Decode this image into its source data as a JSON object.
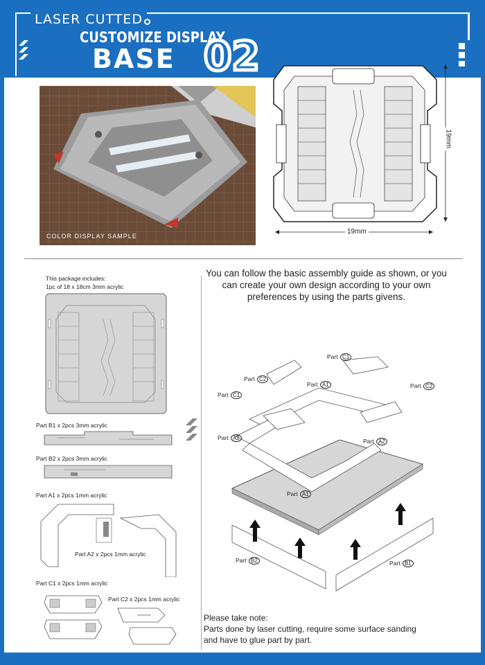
{
  "header": {
    "small_title": "LASER CUTTED",
    "subtitle": "CUSTOMIZE DISPLAY",
    "big_title": "BASE",
    "number": "02"
  },
  "photo": {
    "caption": "COLOR DISPLAY SAMPLE"
  },
  "diagram": {
    "width_label": "19mm",
    "height_label": "19mm"
  },
  "includes": {
    "line1": "This package includes:",
    "line2": "1pc of 18 x 18cm 3mm acrylic"
  },
  "parts": {
    "b1": "Part B1 x 2pcs 3mm acrylic",
    "b2": "Part B2 x 2pcs 3mm acrylic",
    "a1": "Part A1 x 2pcs 1mm acrylic",
    "a2": "Part A2 x 2pcs 1mm acrylic",
    "c1": "Part C1 x 2pcs 1mm acrylic",
    "c2": "Part C2 x 2pcs 1mm acrylic"
  },
  "instructions": "You can follow the basic assembly guide as shown, or you can create your own design according to your own preferences by using the parts givens.",
  "callouts": {
    "c1_top": {
      "prefix": "Part",
      "id": "C1"
    },
    "c2_left": {
      "prefix": "Part",
      "id": "C2"
    },
    "a1_top": {
      "prefix": "Part",
      "id": "A1"
    },
    "c2_right": {
      "prefix": "Part",
      "id": "C2"
    },
    "c1_left": {
      "prefix": "Part",
      "id": "C1"
    },
    "a2_left": {
      "prefix": "Part",
      "id": "A2"
    },
    "a2_right": {
      "prefix": "Part",
      "id": "A2"
    },
    "a1_mid": {
      "prefix": "Part",
      "id": "A1"
    },
    "b2": {
      "prefix": "Part",
      "id": "B2"
    },
    "b1": {
      "prefix": "Part",
      "id": "B1"
    }
  },
  "note": {
    "line1": "Please take note:",
    "line2": "Parts done by laser cutting, require some surface sanding",
    "line3": "and have to glue part by part."
  },
  "colors": {
    "brand_blue": "#1b6fc0",
    "panel": "#ffffff",
    "part_gray": "#d6d6d6"
  }
}
